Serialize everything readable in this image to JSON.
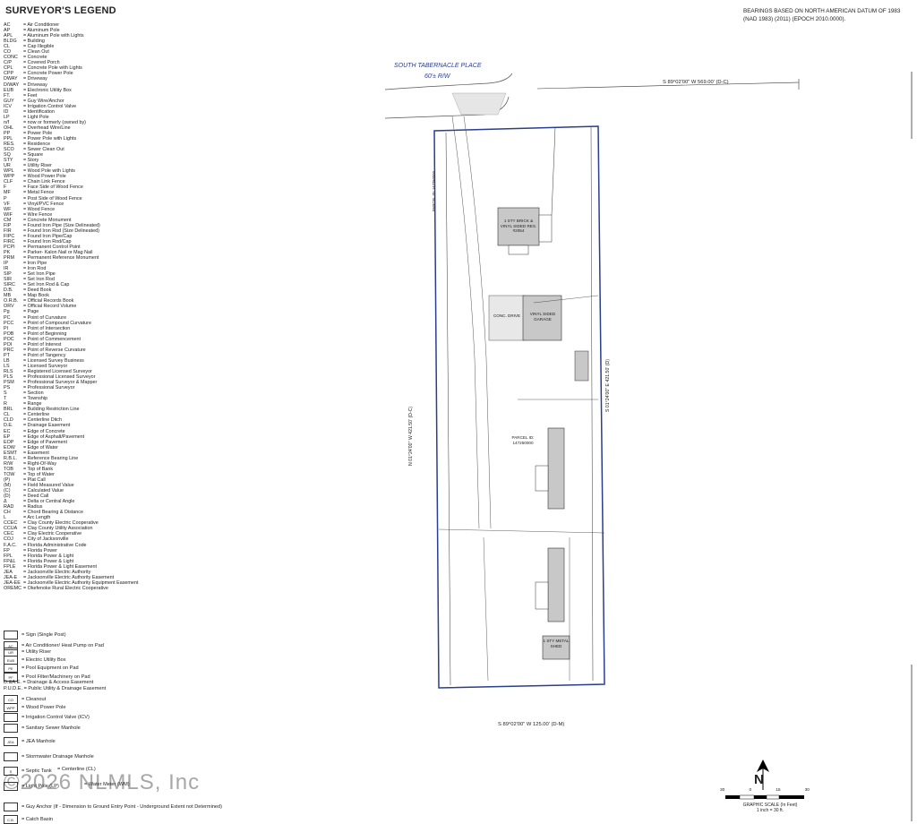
{
  "legend": {
    "title": "SURVEYOR'S LEGEND",
    "items": [
      {
        "abbr": "AC",
        "desc": "= Air Conditioner"
      },
      {
        "abbr": "AP",
        "desc": "= Aluminum Pole"
      },
      {
        "abbr": "APL",
        "desc": "= Aluminum Pole with Lights"
      },
      {
        "abbr": "BLDG",
        "desc": "= Building"
      },
      {
        "abbr": "CL",
        "desc": "= Cap Illegible"
      },
      {
        "abbr": "CO",
        "desc": "= Clean Out"
      },
      {
        "abbr": "CONC",
        "desc": "= Concrete"
      },
      {
        "abbr": "C/P",
        "desc": "= Covered Porch"
      },
      {
        "abbr": "CPL",
        "desc": "= Concrete Pole with Lights"
      },
      {
        "abbr": "CPP",
        "desc": "= Concrete Power Pole"
      },
      {
        "abbr": "DWAY",
        "desc": "= Driveway"
      },
      {
        "abbr": "D/WAY",
        "desc": "= Driveway"
      },
      {
        "abbr": "EUB",
        "desc": "= Electronic Utility Box"
      },
      {
        "abbr": "FT.",
        "desc": "= Feet"
      },
      {
        "abbr": "GUY",
        "desc": "= Guy Wire/Anchor"
      },
      {
        "abbr": "ICV",
        "desc": "= Irrigation Control Valve"
      },
      {
        "abbr": "ID",
        "desc": "= Identification"
      },
      {
        "abbr": "LP",
        "desc": "= Light Pole"
      },
      {
        "abbr": "n/f",
        "desc": "= now or formerly (owned by)"
      },
      {
        "abbr": "OHL",
        "desc": "= Overhead Wire/Line"
      },
      {
        "abbr": "PP",
        "desc": "= Power Pole"
      },
      {
        "abbr": "PPL",
        "desc": "= Power Pole with Lights"
      },
      {
        "abbr": "RES.",
        "desc": "= Residence"
      },
      {
        "abbr": "SCO",
        "desc": "= Sewer Clean Out"
      },
      {
        "abbr": "SQ",
        "desc": "= Square"
      },
      {
        "abbr": "STY",
        "desc": "= Story"
      },
      {
        "abbr": "UR",
        "desc": "= Utility Riser"
      },
      {
        "abbr": "WPL",
        "desc": "= Wood Pole with Lights"
      },
      {
        "abbr": "WPP",
        "desc": "= Wood Power Pole"
      },
      {
        "abbr": "CLF",
        "desc": "= Chain Link Fence"
      },
      {
        "abbr": "F",
        "desc": "= Face Side of Wood Fence"
      },
      {
        "abbr": "MF",
        "desc": "= Metal Fence"
      },
      {
        "abbr": "P",
        "desc": "= Post Side of Wood Fence"
      },
      {
        "abbr": "VF",
        "desc": "= Vinyl/PVC Fence"
      },
      {
        "abbr": "WF",
        "desc": "= Wood Fence"
      },
      {
        "abbr": "WIF",
        "desc": "= Wire Fence"
      },
      {
        "abbr": "CM",
        "desc": "= Concrete Monument"
      },
      {
        "abbr": "FIP",
        "desc": "= Found Iron Pipe (Size Delineated)"
      },
      {
        "abbr": "FIR",
        "desc": "= Found Iron Rod (Size Delineated)"
      },
      {
        "abbr": "FIPC",
        "desc": "= Found Iron Pipe/Cap"
      },
      {
        "abbr": "FIRC",
        "desc": "= Found Iron Rod/Cap"
      },
      {
        "abbr": "PCPI",
        "desc": "= Permanent Control Point"
      },
      {
        "abbr": "PK",
        "desc": "= Parker- Kalon Nail or Mag Nail"
      },
      {
        "abbr": "PRM",
        "desc": "= Permanent Reference Monument"
      },
      {
        "abbr": "IP",
        "desc": "= Iron Pipe"
      },
      {
        "abbr": "IR",
        "desc": "= Iron Rod"
      },
      {
        "abbr": "SIP",
        "desc": "= Set Iron Pipe"
      },
      {
        "abbr": "SIR",
        "desc": "= Set Iron Rod"
      },
      {
        "abbr": "SIRC",
        "desc": "= Set Iron Rod & Cap"
      },
      {
        "abbr": "D.B.",
        "desc": "= Deed Book"
      },
      {
        "abbr": "MB",
        "desc": "= Map Book"
      },
      {
        "abbr": "O.R.B.",
        "desc": "= Official Records Book"
      },
      {
        "abbr": "ORV",
        "desc": "= Official Record Volume"
      },
      {
        "abbr": "Pg",
        "desc": "= Page"
      },
      {
        "abbr": "PC",
        "desc": "= Point of Curvature"
      },
      {
        "abbr": "PCC",
        "desc": "= Point of Compound Curvature"
      },
      {
        "abbr": "PI",
        "desc": "= Point of Intersection"
      },
      {
        "abbr": "POB",
        "desc": "= Point of Beginning"
      },
      {
        "abbr": "POC",
        "desc": "= Point of Commencement"
      },
      {
        "abbr": "POI",
        "desc": "= Point of Interest"
      },
      {
        "abbr": "PRC",
        "desc": "= Point of Reverse Curvature"
      },
      {
        "abbr": "PT",
        "desc": "= Point of Tangency"
      },
      {
        "abbr": "LB",
        "desc": "= Licensed Survey Business"
      },
      {
        "abbr": "LS",
        "desc": "= Licensed Surveyor"
      },
      {
        "abbr": "RLS",
        "desc": "= Registered Licensed Surveyor"
      },
      {
        "abbr": "PLS",
        "desc": "= Professional Licensed Surveyor"
      },
      {
        "abbr": "PSM",
        "desc": "= Professional Surveyor & Mapper"
      },
      {
        "abbr": "PS",
        "desc": "= Professional Surveyor"
      },
      {
        "abbr": "S",
        "desc": "= Section"
      },
      {
        "abbr": "T",
        "desc": "= Township"
      },
      {
        "abbr": "R",
        "desc": "= Range"
      },
      {
        "abbr": "BRL",
        "desc": "= Building Restriction Line"
      },
      {
        "abbr": "CL",
        "desc": "= Centerline"
      },
      {
        "abbr": "CLD",
        "desc": "= Centerline Ditch"
      },
      {
        "abbr": "D.E.",
        "desc": "= Drainage Easement"
      },
      {
        "abbr": "EC",
        "desc": "= Edge of Concrete"
      },
      {
        "abbr": "EP",
        "desc": "= Edge of Asphalt/Pavement"
      },
      {
        "abbr": "EOP",
        "desc": "= Edge of Pavement"
      },
      {
        "abbr": "EOW",
        "desc": "= Edge of Water"
      },
      {
        "abbr": "ESMT",
        "desc": "= Easement"
      },
      {
        "abbr": "R.B.L.",
        "desc": "= Reference Bearing Line"
      },
      {
        "abbr": "R/W",
        "desc": "= Right-Of-Way"
      },
      {
        "abbr": "TOB",
        "desc": "= Top of Bank"
      },
      {
        "abbr": "TOW",
        "desc": "= Top of Water"
      },
      {
        "abbr": "(P)",
        "desc": "= Plat Call"
      },
      {
        "abbr": "(M)",
        "desc": "= Field Measured Value"
      },
      {
        "abbr": "(C)",
        "desc": "= Calculated Value"
      },
      {
        "abbr": "(D)",
        "desc": "= Deed Call"
      },
      {
        "abbr": "Δ",
        "desc": "= Delta or Central Angle"
      },
      {
        "abbr": "RAD",
        "desc": "= Radius"
      },
      {
        "abbr": "CH",
        "desc": "= Chord Bearing & Distance"
      },
      {
        "abbr": "L",
        "desc": "= Arc Length"
      },
      {
        "abbr": "CCEC",
        "desc": "= Clay County Electric Cooperative"
      },
      {
        "abbr": "CCUA",
        "desc": "= Clay County Utility Association"
      },
      {
        "abbr": "CEC",
        "desc": "= Clay Electric Cooperative"
      },
      {
        "abbr": "COJ",
        "desc": "= City of Jacksonville"
      },
      {
        "abbr": "F.A.C.",
        "desc": "= Florida Administrative Code"
      },
      {
        "abbr": "FP",
        "desc": "= Florida Power"
      },
      {
        "abbr": "FPL",
        "desc": "= Florida Power & Light"
      },
      {
        "abbr": "FP&L",
        "desc": "= Florida Power & Light"
      },
      {
        "abbr": "FPLE",
        "desc": "= Florida Power & Light Easement"
      },
      {
        "abbr": "JEA",
        "desc": "= Jacksonville Electric Authority"
      },
      {
        "abbr": "JEA-E",
        "desc": "= Jacksonville Electric Authority Easement"
      },
      {
        "abbr": "JEA-EE",
        "desc": "= Jacksonville Electric Authority Equipment Easement"
      },
      {
        "abbr": "OREMC",
        "desc": "= Okefenoke Rural Electric Cooperative"
      }
    ],
    "symbols": [
      {
        "icon": "sign-icon",
        "desc": "= Sign (Single Post)",
        "tag": ""
      },
      {
        "icon": "ac-pad-icon",
        "desc": "= Air Conditioner/ Heat Pump on Pad",
        "tag": "AC"
      },
      {
        "icon": "utility-riser-icon",
        "desc": "= Utility Riser",
        "tag": "UR"
      },
      {
        "icon": "eub-icon",
        "desc": "= Electric Utility Box",
        "tag": "EUB"
      },
      {
        "icon": "pool-equipment-icon",
        "desc": "= Pool Equipment on Pad",
        "tag": "PE"
      },
      {
        "icon": "pool-filter-icon",
        "desc": "= Pool Filter/Machinery on Pad",
        "tag": "PF"
      },
      {
        "icon": "",
        "desc": "D.&A.E.  = Drainage & Access Easement",
        "tag": ""
      },
      {
        "icon": "",
        "desc": "P.U.D.E. = Public Utility & Drainage Easement",
        "tag": ""
      },
      {
        "icon": "cleanout-icon",
        "desc": "= Cleanout",
        "tag": "CO"
      },
      {
        "icon": "wood-power-pole-icon",
        "desc": "= Wood Power Pole",
        "tag": "WPP"
      },
      {
        "icon": "irrigation-valve-icon",
        "desc": "= Irrigation Control Valve (ICV)",
        "tag": ""
      },
      {
        "icon": "sewer-manhole-icon",
        "desc": "= Sanitary Sewer Manhole",
        "tag": ""
      },
      {
        "icon": "jea-manhole-icon",
        "desc": "= JEA Manhole",
        "tag": "JEA"
      },
      {
        "icon": "storm-manhole-icon",
        "desc": "= Stormwater Drainage Manhole",
        "tag": ""
      },
      {
        "icon": "septic-tank-icon",
        "desc": "= Septic Tank",
        "tag": "S"
      },
      {
        "icon": "light-pole-icon",
        "desc": "= Light Pole (LP)",
        "tag": ""
      },
      {
        "icon": "guy-anchor-icon",
        "desc": "= Guy Anchor (If - Dimension to Ground Entry Point - Underground Extent not Determined)",
        "tag": ""
      },
      {
        "icon": "catch-basin-icon",
        "desc": "= Catch Basin",
        "tag": "C.B."
      }
    ],
    "extra": {
      "centerline": "= Centerline (CL)",
      "water_meter": "= Water Meter (WM)"
    }
  },
  "bearings_note": "BEARINGS BASED ON NORTH AMERICAN DATUM OF 1983 (NAD 1983) (2011) (EPOCH 2010.0000).",
  "plan": {
    "street_name": "SOUTH TABERNACLE PLACE",
    "row_width": "60'± R/W",
    "top_bearing": "S 89°02'00\" W  569.00' (D-C)",
    "bottom_bearing": "S 89°02'00\" W  125.00' (D-M)",
    "west_bearing": "N 01°24'00\" W  421.50' (D-C)",
    "east_bearing": "S 01°24'00\" E  421.50' (D)",
    "main_house": "1 STY BRICK & VINYL SIDED RES. #2054",
    "garage": "VINYL SIDED GARAGE",
    "parcel_id": "PARCEL ID: 147250000",
    "west_parcel": "PARCEL ID: 147250000",
    "concrete_drive": "CONC. DRIVE",
    "metal_shed": "1 STY METAL SHED"
  },
  "scale": {
    "caption": "GRAPHIC SCALE (In Feet)",
    "ratio": "1 inch = 30 ft.",
    "ticks": [
      "30",
      "0",
      "15",
      "30"
    ],
    "north": "N"
  },
  "watermark": "©2026 NLMLS, Inc",
  "colors": {
    "boundary": "#2a3d8f",
    "building": "#c8c8c8",
    "text": "#222222"
  }
}
